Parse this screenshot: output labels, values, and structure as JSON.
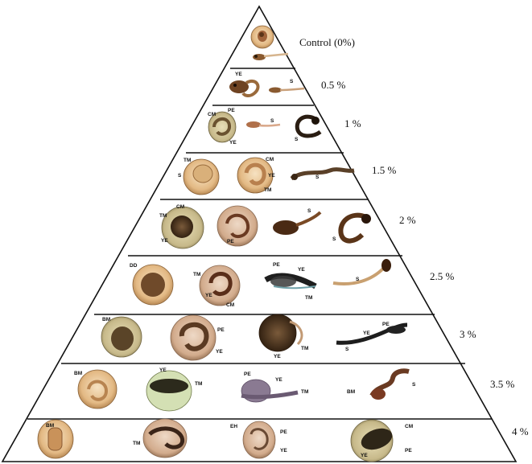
{
  "tiers": [
    {
      "label": "Control (0%)",
      "annotations": []
    },
    {
      "label": "0.5 %",
      "annotations": [
        "YE",
        "S"
      ]
    },
    {
      "label": "1 %",
      "annotations": [
        "CM",
        "PE",
        "YE",
        "S",
        "S"
      ]
    },
    {
      "label": "1.5 %",
      "annotations": [
        "TM",
        "S",
        "CM",
        "YE",
        "TM",
        "S"
      ]
    },
    {
      "label": "2 %",
      "annotations": [
        "CM",
        "TM",
        "YE",
        "PE",
        "S",
        "S"
      ]
    },
    {
      "label": "2.5 %",
      "annotations": [
        "DD",
        "TM",
        "YE",
        "CM",
        "PE",
        "YE",
        "TM",
        "S"
      ]
    },
    {
      "label": "3 %",
      "annotations": [
        "BM",
        "PE",
        "YE",
        "YE",
        "TM",
        "PE",
        "YE",
        "S"
      ]
    },
    {
      "label": "3.5 %",
      "annotations": [
        "BM",
        "YE",
        "TM",
        "PE",
        "YE",
        "TM",
        "BM",
        "S"
      ]
    },
    {
      "label": "4 %",
      "annotations": [
        "BM",
        "TM",
        "EH",
        "PE",
        "YE",
        "CM",
        "PE",
        "YE"
      ]
    }
  ],
  "colors": {
    "outline": "#111111",
    "chorion_light": "#e8c79a",
    "chorion_mid": "#c99a5e",
    "embryo_dark": "#3a2614",
    "embryo_brown": "#7a4a26",
    "larva": "#8a5a30"
  }
}
